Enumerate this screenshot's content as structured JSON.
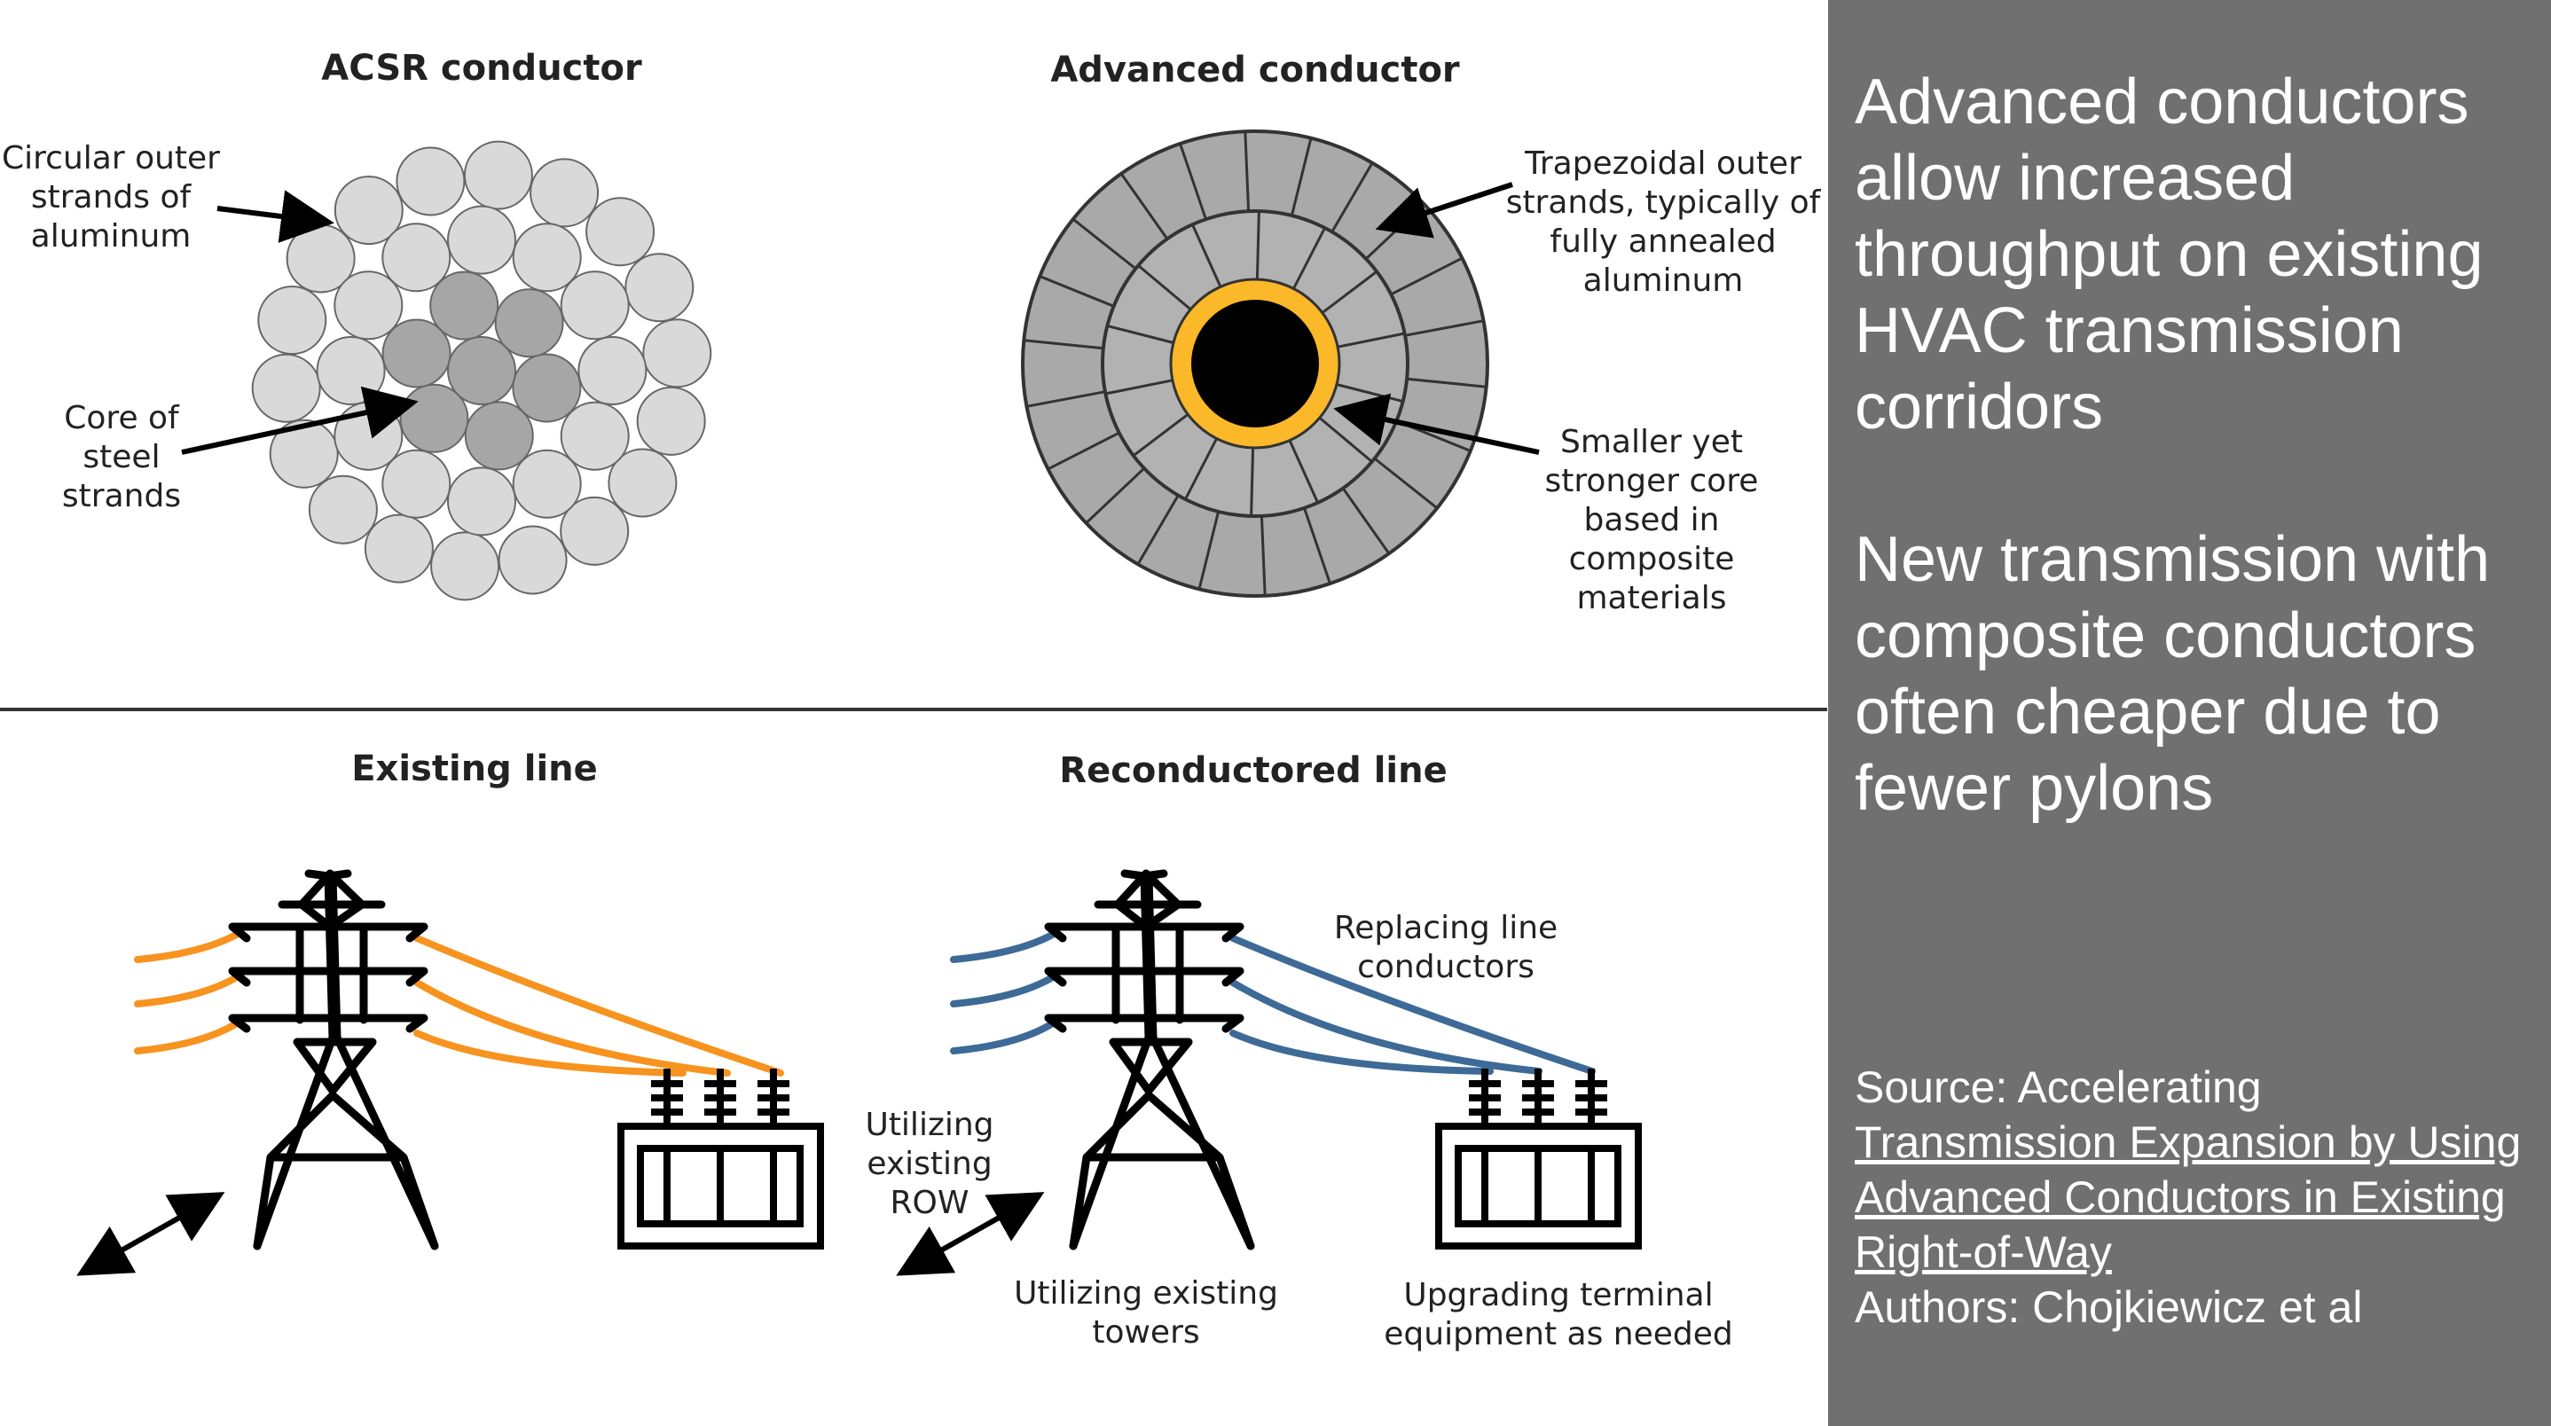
{
  "diagram": {
    "panels": {
      "acsr_title": "ACSR conductor",
      "advanced_title": "Advanced conductor",
      "existing_title": "Existing line",
      "reconductored_title": "Reconductored line"
    },
    "labels": {
      "circular_outer": [
        "Circular outer",
        "strands of",
        "aluminum"
      ],
      "core_steel": [
        "Core of",
        "steel",
        "strands"
      ],
      "trapezoidal": [
        "Trapezoidal outer",
        "strands, typically of",
        "fully annealed",
        "aluminum"
      ],
      "smaller_core": [
        "Smaller yet",
        "stronger core",
        "based in",
        "composite",
        "materials"
      ],
      "replacing": [
        "Replacing line",
        "conductors"
      ],
      "row": [
        "Utilizing",
        "existing",
        "ROW"
      ],
      "towers": [
        "Utilizing existing",
        "towers"
      ],
      "terminal": [
        "Upgrading terminal",
        "equipment as needed"
      ]
    },
    "colors": {
      "existing_wire": "#F7931E",
      "new_wire": "#3D6A96",
      "core_ring": "#FBB829",
      "aluminum_strand": "#D9D9D9",
      "steel_strand": "#A6A6A6",
      "trapezoid_strand": "#A9A9A9"
    }
  },
  "side_panel": {
    "heading_1": "Advanced conductors allow increased throughput on existing HVAC transmission corridors",
    "heading_2": "New transmission with composite conductors often cheaper due to fewer pylons",
    "source_prefix": "Source: Accelerating",
    "source_link": "Transmission Expansion by Using Advanced Conductors in Existing Right-of-Way",
    "authors": "Authors: Chojkiewicz et al",
    "background": "#707070"
  }
}
